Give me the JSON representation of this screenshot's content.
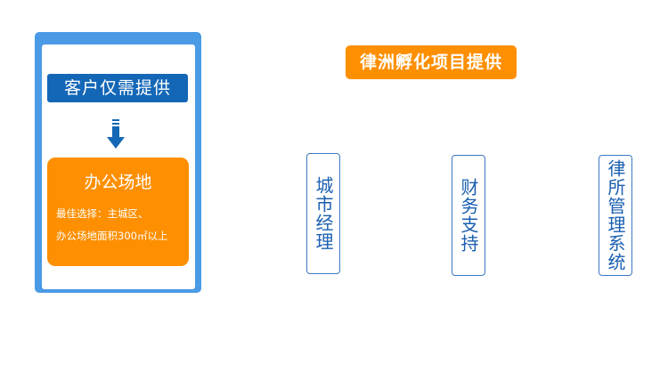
{
  "client_side": {
    "banner": "客户仅需提供",
    "office": {
      "title": "办公场地",
      "line1": "最佳选择：主城区、",
      "line2": "办公场地面积300㎡以上"
    }
  },
  "provider_side": {
    "banner": "律洲孵化项目提供",
    "items": [
      "城市经理",
      "财务支持",
      "律所管理系统"
    ]
  }
}
